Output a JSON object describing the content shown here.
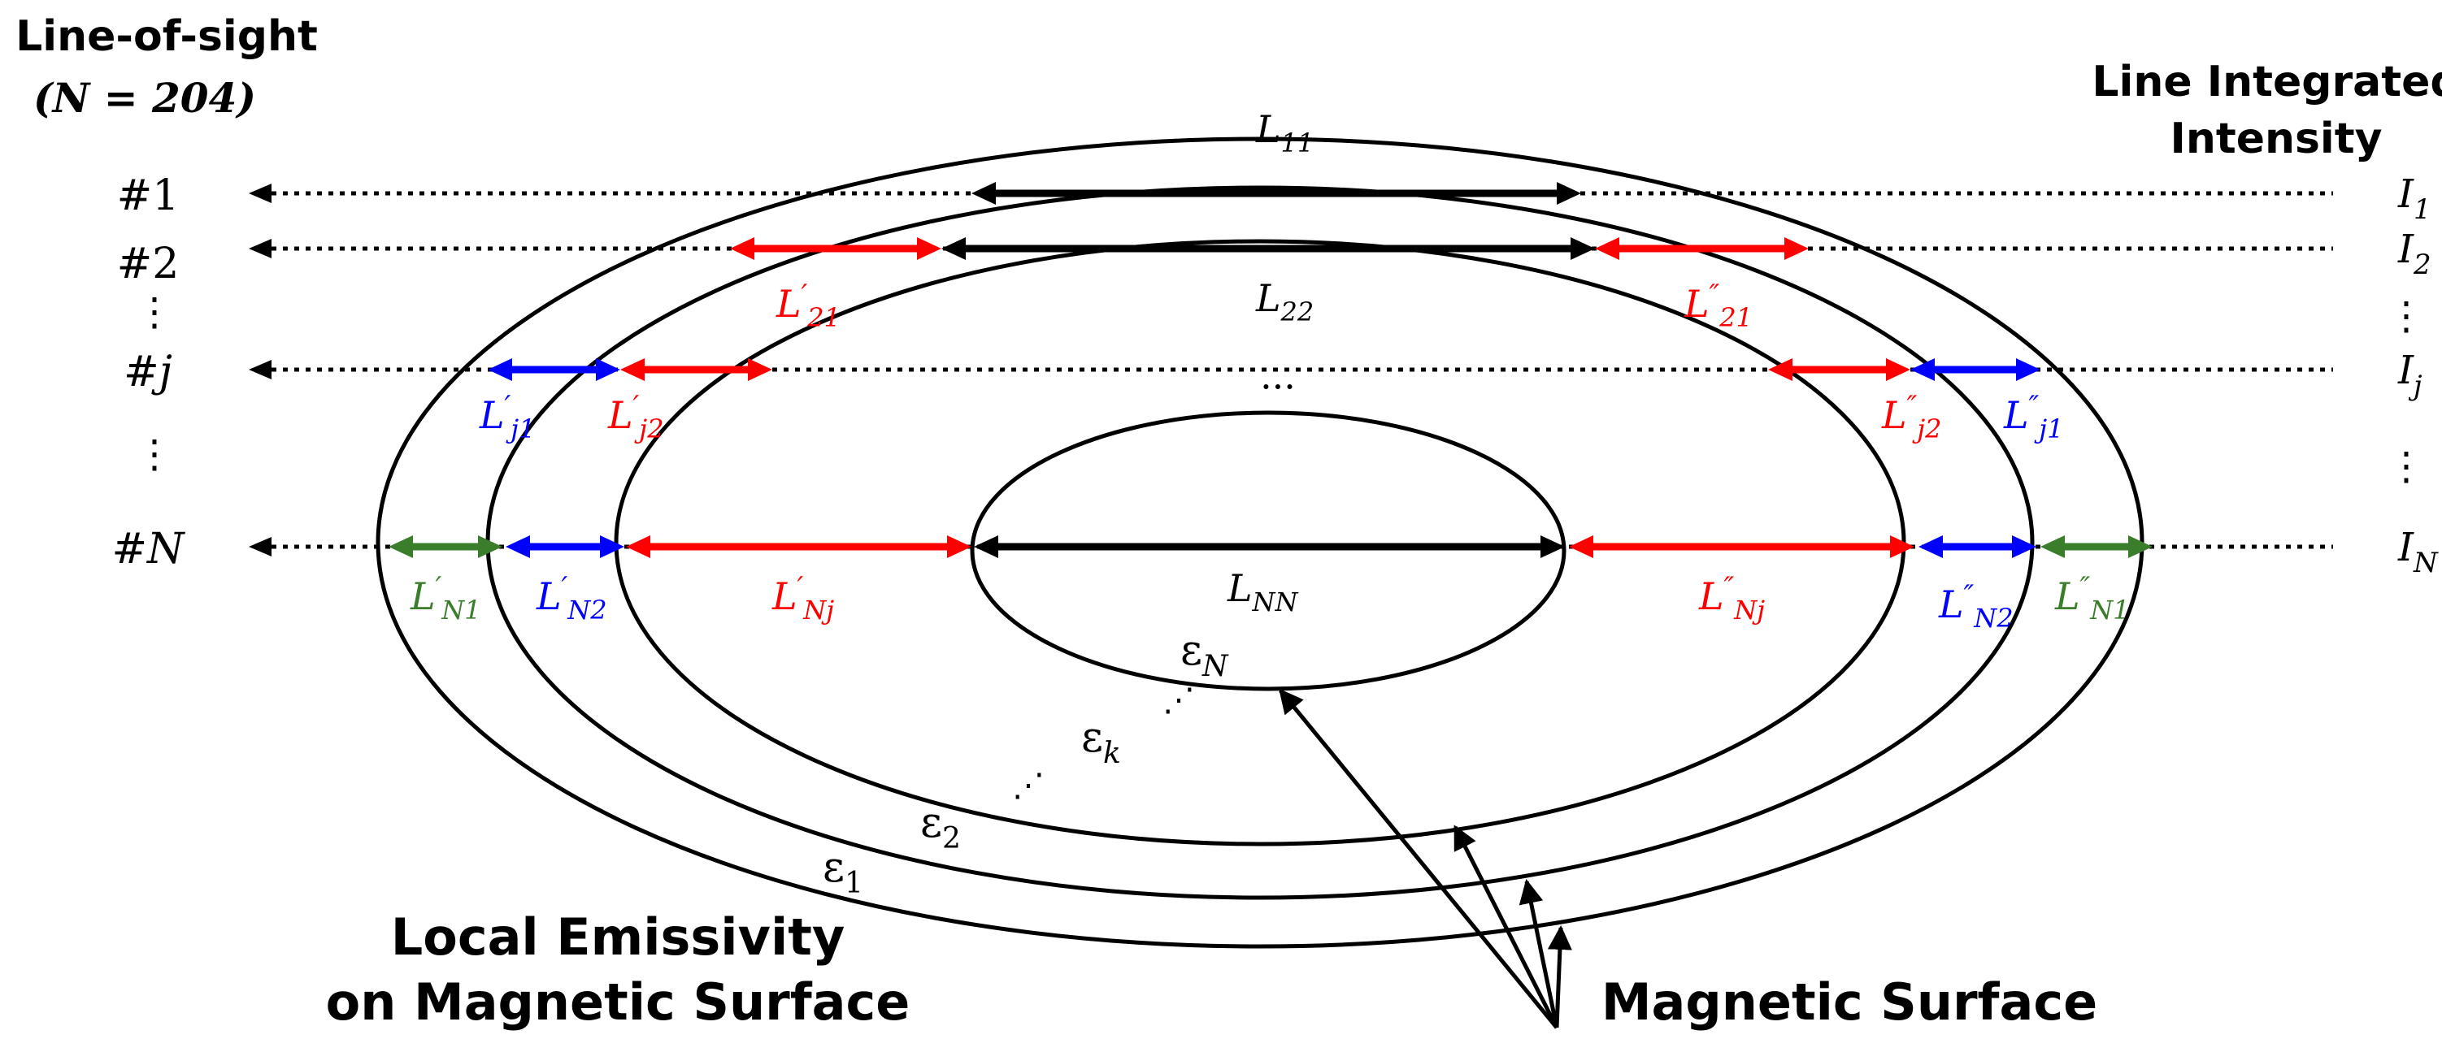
{
  "header": {
    "left_title": "Line-of-sight",
    "left_subtitle": "(N = 204)",
    "right_title_1": "Line Integrated",
    "right_title_2": "Intensity"
  },
  "rows": [
    {
      "id": "1",
      "left": "#1",
      "right_base": "I",
      "right_sub": "1"
    },
    {
      "id": "2",
      "left": "#2",
      "right_base": "I",
      "right_sub": "2"
    },
    {
      "id": "j",
      "left": "#j",
      "right_base": "I",
      "right_sub": "j"
    },
    {
      "id": "N",
      "left": "#N",
      "right_base": "I",
      "right_sub": "N"
    }
  ],
  "dots": {
    "vertical": "⋮",
    "horizontal": "···",
    "diagonal": "⋰"
  },
  "segments": {
    "L11": {
      "base": "L",
      "prime": "",
      "sub": "11"
    },
    "L22": {
      "base": "L",
      "prime": "",
      "sub": "22"
    },
    "LNN": {
      "base": "L",
      "prime": "",
      "sub": "NN"
    },
    "Lp21": {
      "base": "L",
      "prime": "′",
      "sub": "21"
    },
    "Lpp21": {
      "base": "L",
      "prime": "″",
      "sub": "21"
    },
    "Lpj1": {
      "base": "L",
      "prime": "′",
      "sub": "j1"
    },
    "Lpj2": {
      "base": "L",
      "prime": "′",
      "sub": "j2"
    },
    "Lppj2": {
      "base": "L",
      "prime": "″",
      "sub": "j2"
    },
    "Lppj1": {
      "base": "L",
      "prime": "″",
      "sub": "j1"
    },
    "LpN1": {
      "base": "L",
      "prime": "′",
      "sub": "N1"
    },
    "LpN2": {
      "base": "L",
      "prime": "′",
      "sub": "N2"
    },
    "LpNj": {
      "base": "L",
      "prime": "′",
      "sub": "Nj"
    },
    "LppNj": {
      "base": "L",
      "prime": "″",
      "sub": "Nj"
    },
    "LppN2": {
      "base": "L",
      "prime": "″",
      "sub": "N2"
    },
    "LppN1": {
      "base": "L",
      "prime": "″",
      "sub": "N1"
    }
  },
  "emissivity": {
    "base": "ε",
    "e1": "1",
    "e2": "2",
    "ek": "k",
    "eN": "N"
  },
  "footer": {
    "left_1": "Local Emissivity",
    "left_2": "on Magnetic Surface",
    "right": "Magnetic Surface"
  },
  "colors": {
    "black": "#000000",
    "red": "#ff0000",
    "blue": "#0000ff",
    "green": "#3a7d2a"
  }
}
